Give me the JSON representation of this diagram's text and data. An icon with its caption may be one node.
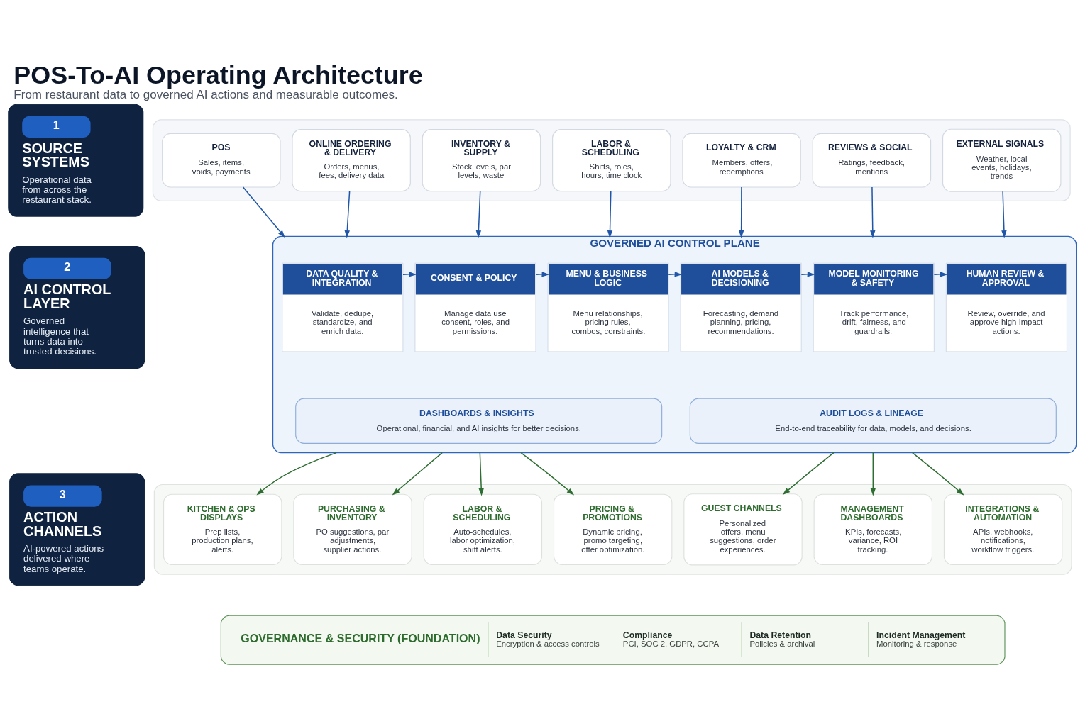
{
  "diagram": {
    "title": "POS-To-AI Operating Architecture",
    "caption": "From restaurant data to governed AI actions and measurable outcomes.",
    "nodes": [
      {
        "text": [
          "1",
          "SOURCE SYSTEMS",
          "Operational data from across the restaurant stack."
        ]
      },
      {
        "text": [],
        "shape": "box"
      },
      {
        "text": [
          "POS",
          "Sales, items, voids, payments"
        ],
        "in": 1
      },
      {
        "text": [
          "ONLINE ORDERING & DELIVERY",
          "Orders, menus, fees, delivery data"
        ],
        "in": 1
      },
      {
        "text": [
          "INVENTORY & SUPPLY",
          "Stock levels, par levels, waste"
        ],
        "in": 1
      },
      {
        "text": [
          "LABOR & SCHEDULING",
          "Shifts, roles, hours, time clock"
        ],
        "in": 1
      },
      {
        "text": [
          "LOYALTY & CRM",
          "Members, offers, redemptions"
        ],
        "in": 1
      },
      {
        "text": [
          "REVIEWS & SOCIAL",
          "Ratings, feedback, mentions"
        ],
        "in": 1
      },
      {
        "text": [
          "EXTERNAL SIGNALS",
          "Weather, local events, holidays, trends"
        ],
        "in": 1
      },
      {
        "text": [
          "2",
          "AI CONTROL LAYER",
          "Governed intelligence that turns data into trusted decisions."
        ]
      },
      {
        "text": [
          "GOVERNED AI CONTROL PLANE"
        ]
      },
      {
        "text": [
          "DATA QUALITY & INTEGRATION",
          "Validate, dedupe, standardize, and enrich data."
        ],
        "in": 10
      },
      {
        "text": [
          "CONSENT & POLICY",
          "Manage data use consent, roles, and permissions."
        ],
        "in": 10
      },
      {
        "text": [
          "MENU & BUSINESS LOGIC",
          "Menu relationships, pricing rules, combos, constraints."
        ],
        "in": 10
      },
      {
        "text": [
          "AI MODELS & DECISIONING",
          "Forecasting, demand planning, pricing, recommendations."
        ],
        "in": 10
      },
      {
        "text": [
          "MODEL MONITORING & SAFETY",
          "Track performance, drift, fairness, and guardrails."
        ],
        "in": 10
      },
      {
        "text": [
          "HUMAN REVIEW & APPROVAL",
          "Review, override, and approve high-impact actions."
        ],
        "in": 10
      },
      {
        "text": [
          "DASHBOARDS & INSIGHTS",
          "Operational, financial, and AI insights for better decisions."
        ],
        "in": 10
      },
      {
        "text": [
          "AUDIT LOGS & LINEAGE",
          "End-to-end traceability for data, models, and decisions."
        ],
        "in": 10
      },
      {
        "text": [
          "3",
          "ACTION CHANNELS",
          "AI-powered actions delivered where teams operate."
        ]
      },
      {
        "text": [],
        "shape": "box"
      },
      {
        "text": [
          "KITCHEN & OPS DISPLAYS",
          "Prep lists, production plans, alerts."
        ],
        "in": 20
      },
      {
        "text": [
          "PURCHASING & INVENTORY",
          "PO suggestions, par adjustments, supplier actions."
        ],
        "in": 20
      },
      {
        "text": [
          "LABOR & SCHEDULING",
          "Auto-schedules, labor optimization, shift alerts."
        ],
        "in": 20
      },
      {
        "text": [
          "PRICING & PROMOTIONS",
          "Dynamic pricing, promo targeting, offer optimization."
        ],
        "in": 20
      },
      {
        "text": [
          "GUEST CHANNELS",
          "Personalized offers, menu suggestions, order experiences."
        ],
        "in": 20
      },
      {
        "text": [
          "MANAGEMENT DASHBOARDS",
          "KPIs, forecasts, variance, ROI tracking."
        ],
        "in": 20
      },
      {
        "text": [
          "INTEGRATIONS & AUTOMATION",
          "APIs, webhooks, notifications, workflow triggers."
        ],
        "in": 20
      },
      {
        "text": [
          "GOVERNANCE & SECURITY (FOUNDATION)",
          "Data Security",
          "Encryption & access controls",
          "Compliance",
          "PCI, SOC 2, GDPR, CCPA",
          "Data Retention",
          "Policies & archival",
          "Incident Management",
          "Monitoring & response"
        ]
      }
    ],
    "edges": [
      {
        "from": 2,
        "to": 10,
        "arrow": "to"
      },
      {
        "from": 3,
        "to": 10,
        "arrow": "to"
      },
      {
        "from": 4,
        "to": 10,
        "arrow": "to"
      },
      {
        "from": 5,
        "to": 10,
        "arrow": "to"
      },
      {
        "from": 6,
        "to": 10,
        "arrow": "to"
      },
      {
        "from": 7,
        "to": 10,
        "arrow": "to"
      },
      {
        "from": 8,
        "to": 10,
        "arrow": "to"
      },
      {
        "from": 11,
        "to": 12,
        "arrow": "to"
      },
      {
        "from": 12,
        "to": 13,
        "arrow": "to"
      },
      {
        "from": 13,
        "to": 14,
        "arrow": "to"
      },
      {
        "from": 14,
        "to": 15,
        "arrow": "to"
      },
      {
        "from": 15,
        "to": 16,
        "arrow": "to"
      },
      {
        "from": 10,
        "to": 21,
        "arrow": "to",
        "color": "#2f6e33"
      },
      {
        "from": 10,
        "to": 22,
        "arrow": "to",
        "color": "#2f6e33"
      },
      {
        "from": 10,
        "to": 23,
        "arrow": "to",
        "color": "#2f6e33"
      },
      {
        "from": 10,
        "to": 24,
        "arrow": "to",
        "color": "#2f6e33"
      },
      {
        "from": 10,
        "to": 25,
        "arrow": "to",
        "color": "#2f6e33"
      },
      {
        "from": 10,
        "to": 26,
        "arrow": "to",
        "color": "#2f6e33"
      },
      {
        "from": 10,
        "to": 27,
        "arrow": "to",
        "color": "#2f6e33"
      }
    ]
  }
}
